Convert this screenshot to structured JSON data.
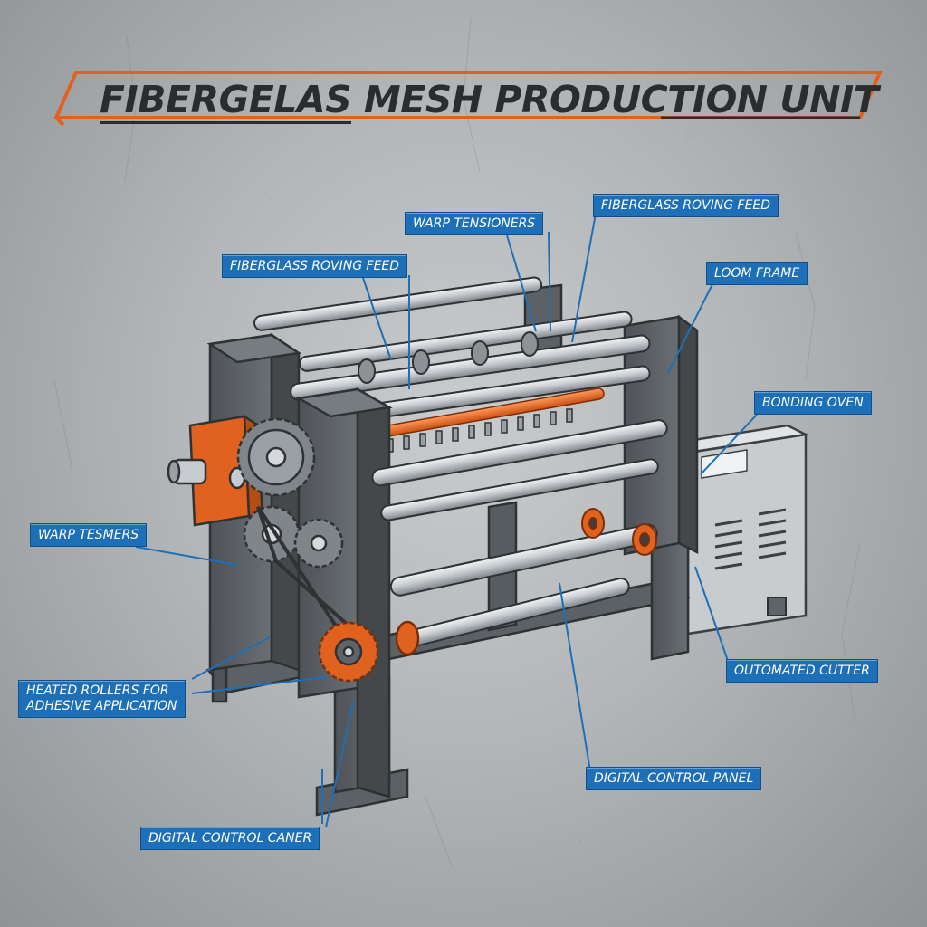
{
  "title": {
    "part1": "FIBERGELAS",
    "part2": " MESH PRODUCTION UNIT"
  },
  "colors": {
    "accent_orange": "#e0621e",
    "frame_gray": "#5f6468",
    "roller_silver": "#c8ccd0",
    "callout_blue": "#1d6fb8",
    "background": "#b3b6b8"
  },
  "callouts": [
    {
      "id": "warp-tensioners-top",
      "label": "WARP TENSIONERS"
    },
    {
      "id": "fiberglass-roving-feed-right",
      "label": "FIBERGLASS ROVING FEED"
    },
    {
      "id": "fiberglass-roving-feed-left",
      "label": "FIBERGLASS ROVING FEED"
    },
    {
      "id": "loom-frame",
      "label": "LOOM FRAME"
    },
    {
      "id": "bonding-oven",
      "label": "BONDING OVEN"
    },
    {
      "id": "warp-tesmers",
      "label": "WARP TESMERS"
    },
    {
      "id": "heated-rollers",
      "line1": "HEATED ROLLERS FOR",
      "line2": "ADHESIVE APPLICATION"
    },
    {
      "id": "outomated-cutter",
      "label": "OUTOMATED CUTTER"
    },
    {
      "id": "digital-control-panel",
      "label": "DIGITAL CONTROL PANEL"
    },
    {
      "id": "digital-control-caner",
      "label": "DIGITAL CONTROL CANER"
    }
  ]
}
